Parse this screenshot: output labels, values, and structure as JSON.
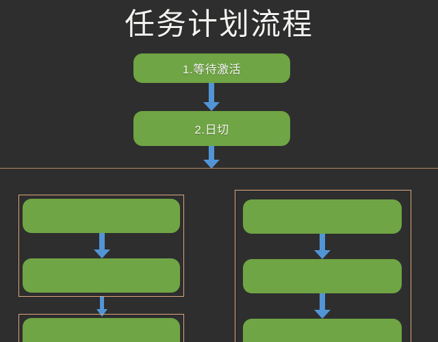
{
  "page": {
    "title": "任务计划流程",
    "background_color": "#2e2e2e",
    "node_color": "#6fa544",
    "arrow_color": "#5295d6",
    "group_border_color": "#e0a87e",
    "title_color": "#f2f2f0"
  },
  "diagram": {
    "type": "flowchart",
    "orientation": "top-to-bottom",
    "main_nodes": [
      {
        "id": "n1",
        "label": "1.等待激活"
      },
      {
        "id": "n2",
        "label": "2.日切"
      }
    ],
    "columns": [
      {
        "id": "left-column",
        "groups": [
          {
            "id": "left-group-1",
            "nodes": [
              {
                "id": "l1",
                "label": ""
              },
              {
                "id": "l2",
                "label": ""
              }
            ]
          },
          {
            "id": "left-group-2",
            "nodes": [
              {
                "id": "l3",
                "label": ""
              }
            ]
          }
        ]
      },
      {
        "id": "right-column",
        "groups": [
          {
            "id": "right-group-1",
            "nodes": [
              {
                "id": "r1",
                "label": ""
              },
              {
                "id": "r2",
                "label": ""
              },
              {
                "id": "r3",
                "label": ""
              }
            ]
          }
        ]
      }
    ],
    "connectors": [
      {
        "id": "c1",
        "from": "n1",
        "to": "n2"
      },
      {
        "id": "c2",
        "from": "n2",
        "to": "branch"
      },
      {
        "id": "c3",
        "from": "l1",
        "to": "l2"
      },
      {
        "id": "c4",
        "from": "l2",
        "to": "l3"
      },
      {
        "id": "c5",
        "from": "r1",
        "to": "r2"
      },
      {
        "id": "c6",
        "from": "r2",
        "to": "r3"
      }
    ]
  }
}
